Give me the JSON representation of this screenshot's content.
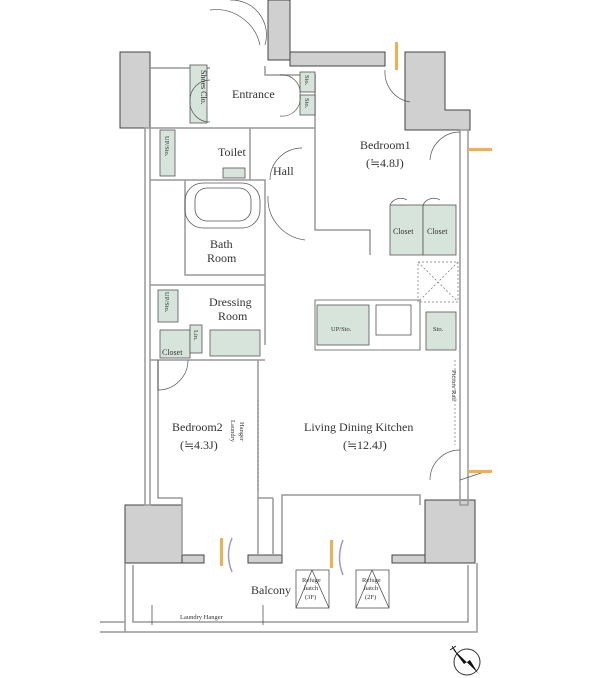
{
  "rooms": {
    "entrance": "Entrance",
    "shoes_closet": "Shoes Clo.",
    "sto_1": "Sto.",
    "sto_2": "Sto.",
    "toilet": "Toilet",
    "toilet_storage": "UP/Sto.",
    "hall": "Hall",
    "bedroom1": "Bedroom1",
    "bedroom1_size": "(≒4.8J)",
    "closet_1": "Closet",
    "closet_2": "Closet",
    "bath_line1": "Bath",
    "bath_line2": "Room",
    "dressing_line1": "Dressing",
    "dressing_line2": "Room",
    "dressing_storage": "UP/Sto.",
    "linen": "Lin.",
    "closet_3": "Closet",
    "kitchen_storage": "UP/Sto.",
    "kitchen_sto": "Sto.",
    "picture_rail": "Picture Rail",
    "bedroom2": "Bedroom2",
    "bedroom2_size": "(≒4.3J)",
    "laundry_hanger_indoor_1": "Laundry",
    "laundry_hanger_indoor_2": "Hanger",
    "ldk": "Living Dining Kitchen",
    "ldk_size": "(≒12.4J)",
    "balcony": "Balcony",
    "refuge_3f": [
      "Refuge",
      "hatch",
      "(3F)"
    ],
    "refuge_2f": [
      "Refuge",
      "hatch",
      "(2F)"
    ],
    "laundry_hanger_balcony": "Laundry Hanger"
  },
  "colors": {
    "wall": "#d0d0d0",
    "fixture": "#d6e4dc",
    "ventilation": "#f0b050",
    "airflow": "#9a9ad0"
  },
  "compass_icon": "north-arrow"
}
